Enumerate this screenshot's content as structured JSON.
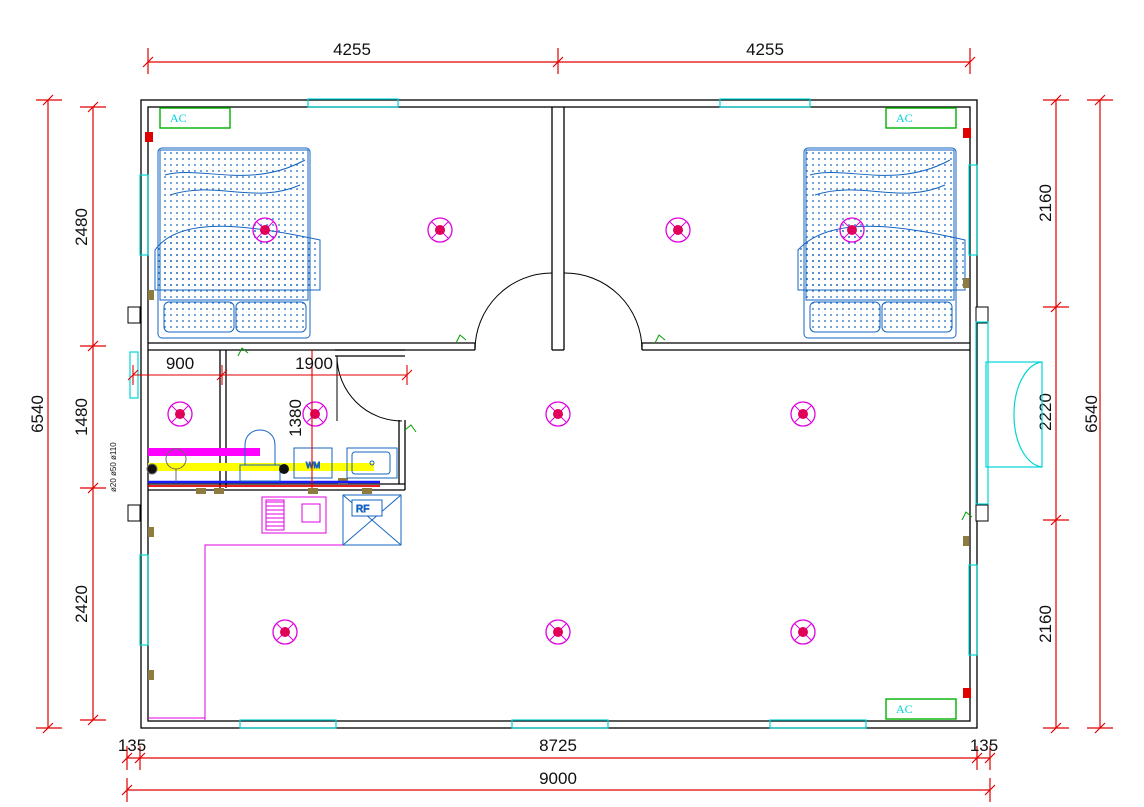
{
  "dimensions": {
    "top_left": "4255",
    "top_right": "4255",
    "left_total": "6540",
    "left_top": "2480",
    "left_mid": "1480",
    "left_bottom": "2420",
    "right_total": "6540",
    "right_top": "2160",
    "right_mid": "2220",
    "right_bottom": "2160",
    "bottom_wall_left": "135",
    "bottom_inner": "8725",
    "bottom_wall_right": "135",
    "bottom_total": "9000",
    "bath_width": "900",
    "kitchen_width": "1900",
    "kitchen_depth": "1380"
  },
  "labels": {
    "ac": "AC",
    "washing_machine": "WM",
    "fridge": "RF",
    "pipe_sizes": "ø20 ø50 ø110"
  },
  "colors": {
    "wall": "#000000",
    "dimension": "#e00000",
    "window": "#00d5d5",
    "furniture": "#1565c0",
    "light": "#e000e0",
    "ac": "#00b000"
  }
}
